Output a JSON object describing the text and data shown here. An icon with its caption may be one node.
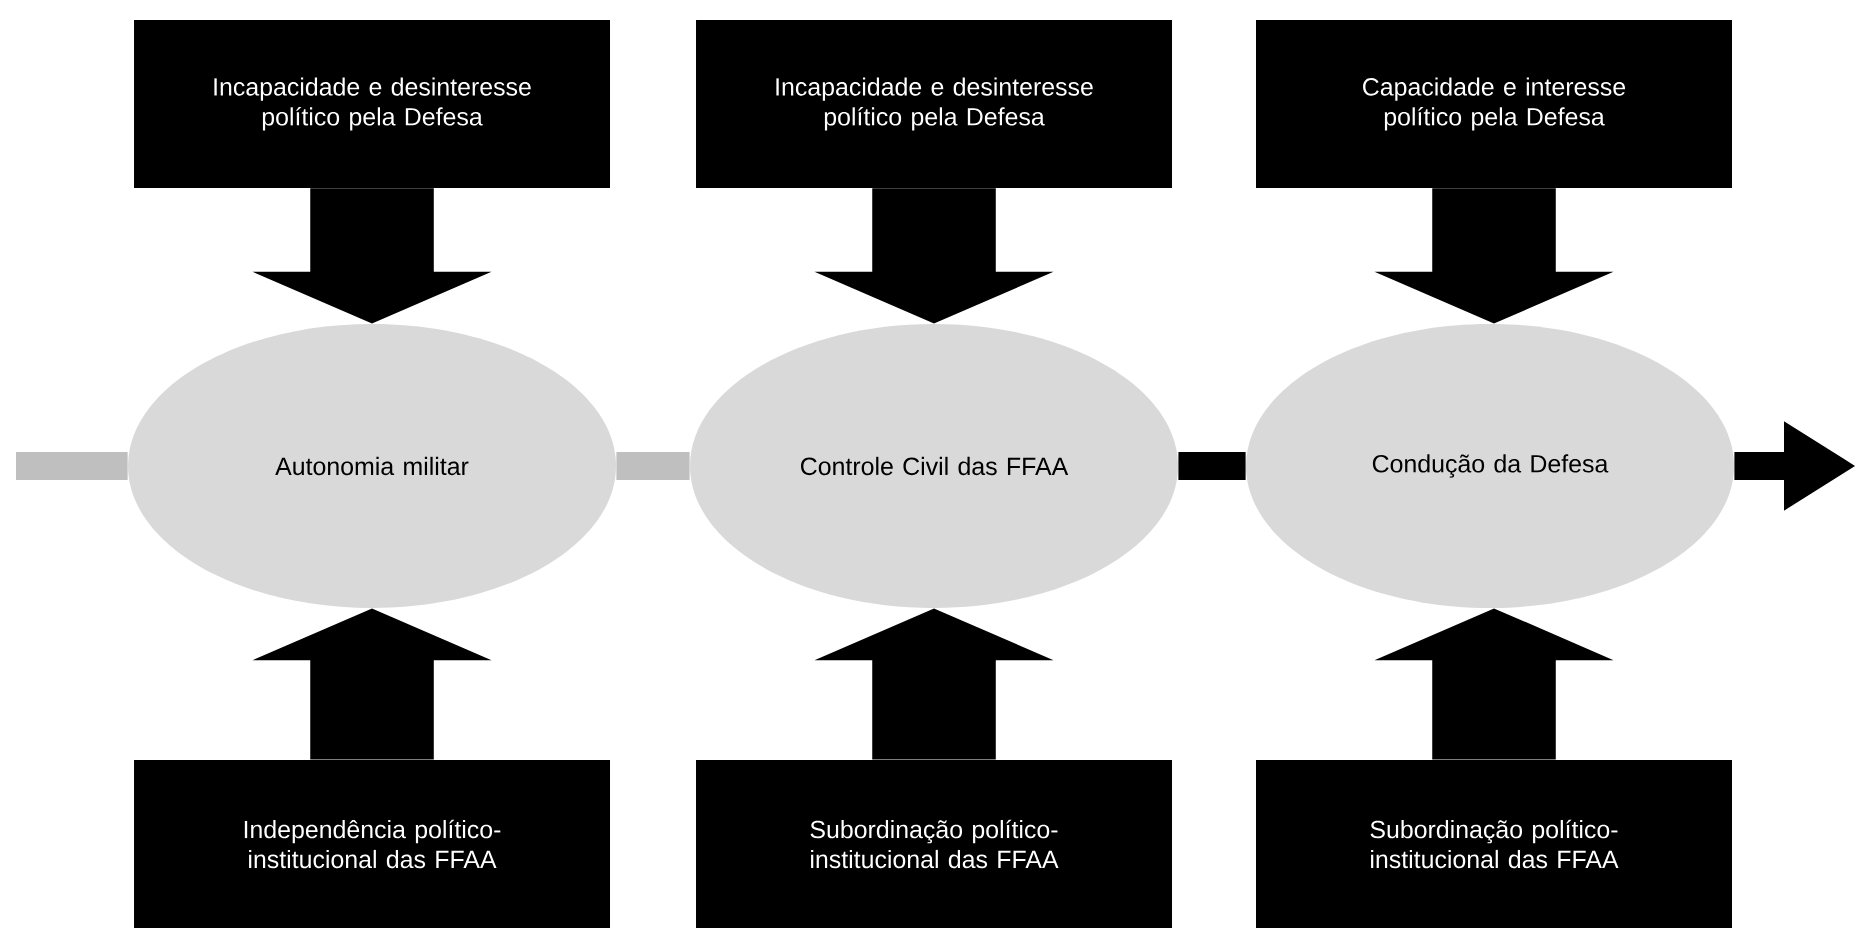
{
  "diagram": {
    "nodes": [
      {
        "text": [
          "Incapacidade e desinteresse político pela Defesa"
        ]
      },
      {
        "text": [
          "Incapacidade e desinteresse político pela Defesa"
        ]
      },
      {
        "text": [
          "Capacidade e interesse político pela Defesa"
        ]
      },
      {
        "text": [
          "Autonomia militar"
        ]
      },
      {
        "text": [
          "Controle Civil das FFAA"
        ]
      },
      {
        "text": [
          "Condução da Defesa"
        ]
      },
      {
        "text": [
          "Independência político-institucional das FFAA"
        ]
      },
      {
        "text": [
          "Subordinação político-institucional das FFAA"
        ]
      },
      {
        "text": [
          "Subordinação político-institucional das FFAA"
        ]
      }
    ],
    "edges": [
      {
        "from": 0,
        "to": 3,
        "arrow": "to"
      },
      {
        "from": 1,
        "to": 4,
        "arrow": "to"
      },
      {
        "from": 2,
        "to": 5,
        "arrow": "to"
      },
      {
        "from": 6,
        "to": 3,
        "arrow": "to"
      },
      {
        "from": 7,
        "to": 4,
        "arrow": "to"
      },
      {
        "from": 8,
        "to": 5,
        "arrow": "to"
      },
      {
        "from": null,
        "to": 3,
        "arrow": "none",
        "color": "#bfbfbf"
      },
      {
        "from": 3,
        "to": 4,
        "arrow": "none",
        "color": "#bfbfbf"
      },
      {
        "from": 4,
        "to": 5,
        "arrow": "none",
        "color": "#000000"
      },
      {
        "from": 5,
        "to": null,
        "arrow": "to",
        "color": "#000000"
      }
    ]
  }
}
